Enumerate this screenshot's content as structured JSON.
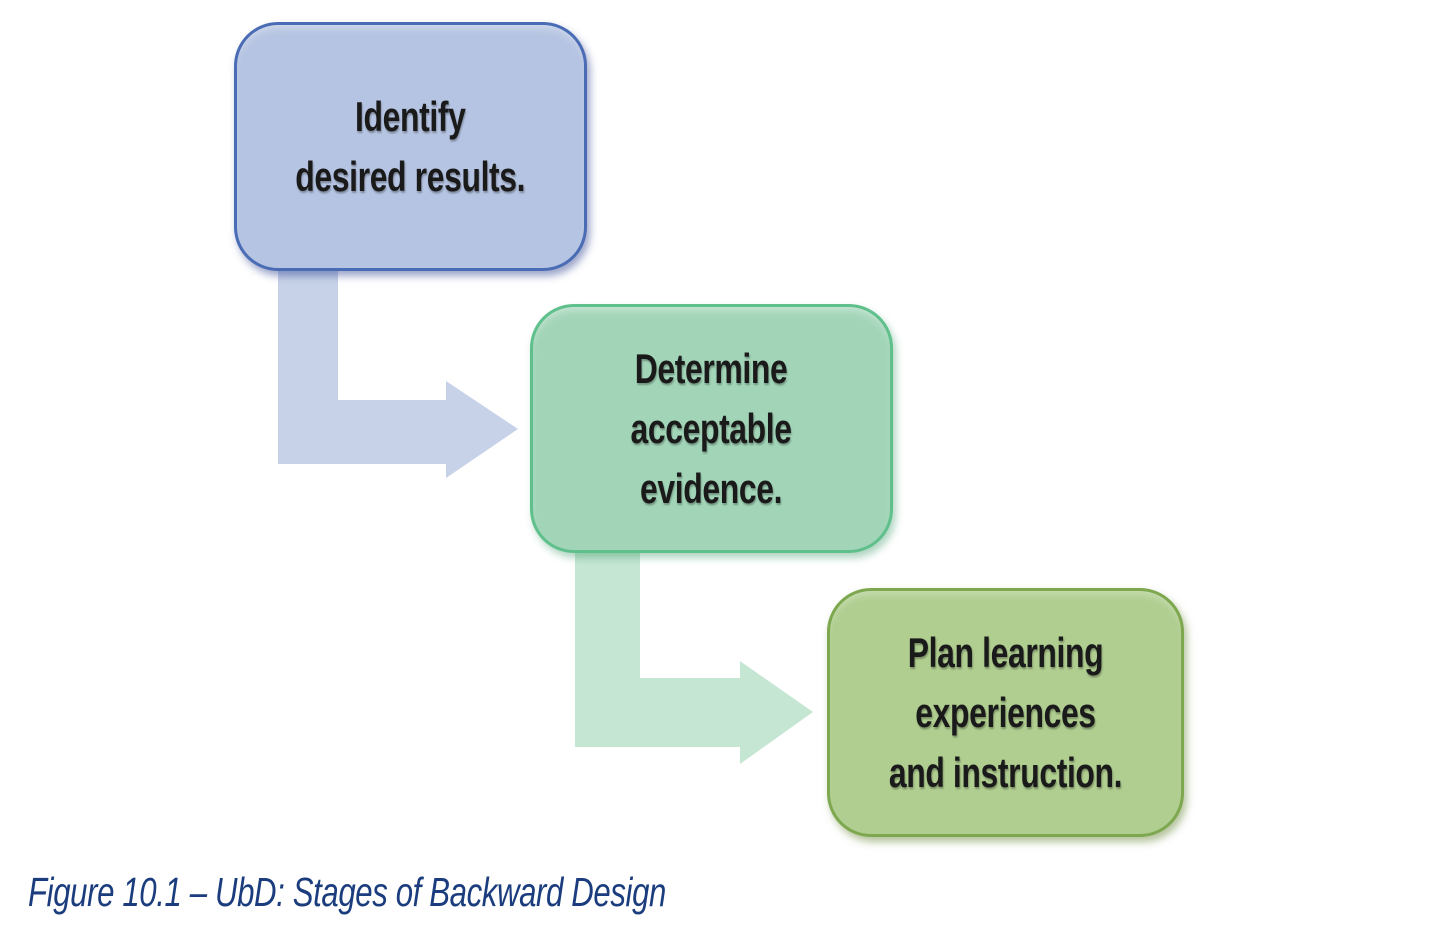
{
  "figure": {
    "type": "flow-diagram",
    "background": "#ffffff",
    "text_color": "#1a1a1a",
    "caption": {
      "text": "Figure 10.1 – UbD: Stages of Backward Design",
      "color": "#1b3d7e"
    },
    "stages": [
      {
        "label": "Identify desired results.",
        "lines": [
          "Identify",
          "desired results."
        ],
        "fill": "#b5c4e2",
        "border": "#4a6cb5"
      },
      {
        "label": "Determine acceptable evidence.",
        "lines": [
          "Determine",
          "acceptable",
          "evidence."
        ],
        "fill": "#a2d5b8",
        "border": "#5fc08c"
      },
      {
        "label": "Plan learning experiences and instruction.",
        "lines": [
          "Plan learning",
          "experiences",
          "and instruction."
        ],
        "fill": "#b0ce90",
        "border": "#7ea84f"
      }
    ],
    "connectors": [
      {
        "from": "Identify desired results.",
        "to": "Determine acceptable evidence.",
        "color": "#c7d2e8"
      },
      {
        "from": "Determine acceptable evidence.",
        "to": "Plan learning experiences and instruction.",
        "color": "#c6e6d4"
      }
    ]
  }
}
